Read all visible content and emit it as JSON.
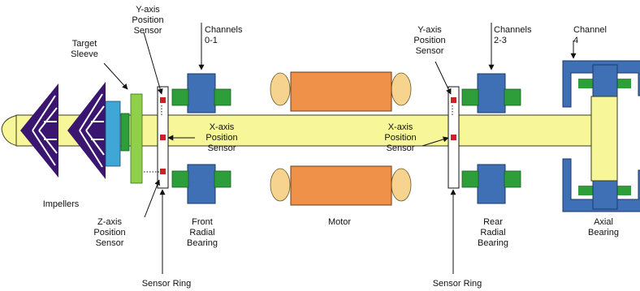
{
  "colors": {
    "shaft": "#f7f79a",
    "shaft_stroke": "#3b3b1d",
    "impeller": "#3b1670",
    "blue": "#3f6fb5",
    "cyan": "#3fa7d6",
    "green": "#2e9e3b",
    "light_green": "#8fcf4a",
    "motor": "#f0914a",
    "motor_end": "#f6d38e",
    "sensor_red": "#d11f2a"
  },
  "labels": {
    "y_axis_sensor_left": "Y-axis\nPosition\nSensor",
    "target_sleeve": "Target\nSleeve",
    "channels_01": "Channels\n0-1",
    "y_axis_sensor_right": "Y-axis\nPosition\nSensor",
    "channels_23": "Channels\n2-3",
    "channel_4": "Channel\n4",
    "x_axis_sensor_left": "X-axis\nPosition\nSensor",
    "x_axis_sensor_right": "X-axis\nPosition\nSensor",
    "impellers": "Impellers",
    "z_axis_sensor": "Z-axis\nPosition\nSensor",
    "front_radial_bearing": "Front\nRadial\nBearing",
    "motor": "Motor",
    "rear_radial_bearing": "Rear\nRadial\nBearing",
    "axial_bearing": "Axial\nBearing",
    "sensor_ring_left": "Sensor Ring",
    "sensor_ring_right": "Sensor Ring"
  }
}
